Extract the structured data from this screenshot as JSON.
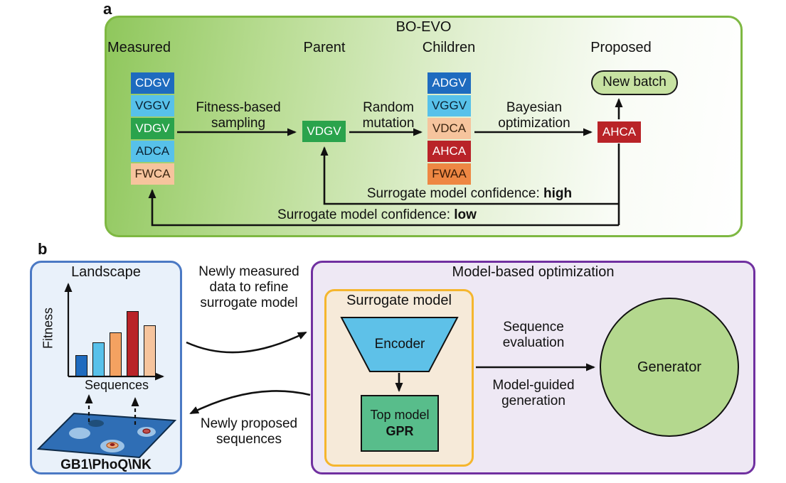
{
  "panel_a": {
    "label": "a",
    "title": "BO-EVO",
    "columns": {
      "measured": "Measured",
      "parent": "Parent",
      "children": "Children",
      "proposed": "Proposed"
    },
    "measured_items": [
      {
        "label": "CDGV",
        "bg": "#1e6bbf",
        "fg": "#ffffff"
      },
      {
        "label": "VGGV",
        "bg": "#57c1ea",
        "fg": "#0b2233"
      },
      {
        "label": "VDGV",
        "bg": "#2aa34c",
        "fg": "#ffffff"
      },
      {
        "label": "ADCA",
        "bg": "#57c1ea",
        "fg": "#0b2233"
      },
      {
        "label": "FWCA",
        "bg": "#f6c49d",
        "fg": "#3a2410"
      }
    ],
    "parent_item": {
      "label": "VDGV",
      "bg": "#2aa34c",
      "fg": "#ffffff"
    },
    "children_items": [
      {
        "label": "ADGV",
        "bg": "#1e6bbf",
        "fg": "#ffffff"
      },
      {
        "label": "VGGV",
        "bg": "#57c1ea",
        "fg": "#0b2233"
      },
      {
        "label": "VDCA",
        "bg": "#f6c49d",
        "fg": "#3a2410"
      },
      {
        "label": "AHCA",
        "bg": "#b92328",
        "fg": "#ffffff"
      },
      {
        "label": "FWAA",
        "bg": "#ee8743",
        "fg": "#3a1a06"
      }
    ],
    "proposed_item": {
      "label": "AHCA",
      "bg": "#b92328",
      "fg": "#ffffff"
    },
    "new_batch": "New batch",
    "arrows": {
      "fitness_sampling": "Fitness-based sampling",
      "random_mutation": "Random mutation",
      "bayesian_optimization": "Bayesian optimization"
    },
    "feedback": {
      "high_prefix": "Surrogate model confidence: ",
      "high_value": "high",
      "low_prefix": "Surrogate model confidence: ",
      "low_value": "low"
    }
  },
  "panel_b": {
    "label": "b",
    "landscape": {
      "title": "Landscape",
      "ylabel": "Fitness",
      "xlabel": "Sequences",
      "bars": [
        {
          "h": 30,
          "color": "#1e6bbf"
        },
        {
          "h": 48,
          "color": "#57c1ea"
        },
        {
          "h": 62,
          "color": "#f4a261"
        },
        {
          "h": 92,
          "color": "#b92328"
        },
        {
          "h": 72,
          "color": "#f6c49d"
        }
      ],
      "caption": "GB1\\PhoQ\\NK"
    },
    "flows": {
      "to_model": "Newly measured data to refine surrogate model",
      "to_landscape": "Newly proposed sequences"
    },
    "model_box": {
      "title": "Model-based optimization",
      "surrogate": {
        "title": "Surrogate model",
        "encoder": "Encoder",
        "top_model_line1": "Top model",
        "top_model_line2": "GPR"
      },
      "arrow_top": "Sequence evaluation",
      "arrow_bottom": "Model-guided generation",
      "generator": "Generator"
    }
  }
}
